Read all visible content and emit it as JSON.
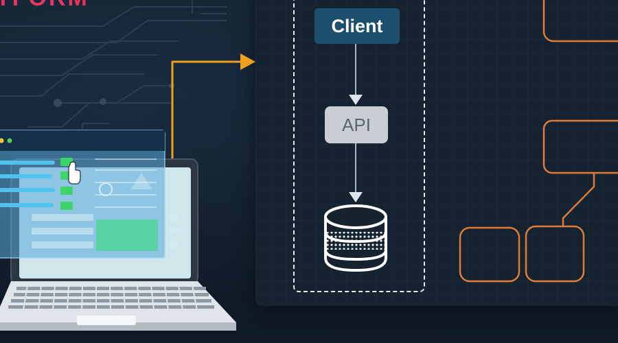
{
  "brand": {
    "fragment": "TFORM"
  },
  "diagram": {
    "nodes": {
      "client": "Client",
      "api": "API"
    },
    "icons": {
      "database": "database-icon",
      "laptop": "laptop-icon",
      "cursor": "hand-cursor-icon"
    },
    "colors": {
      "background": "#0f1b29",
      "panel": "#15222f",
      "client_node": "#1c4f6e",
      "api_node": "#c9ced4",
      "accent_orange": "#f0a020",
      "outline_orange": "#e07c3a",
      "brand_red": "#e8345f",
      "dashed_line": "#e6edf3"
    }
  }
}
